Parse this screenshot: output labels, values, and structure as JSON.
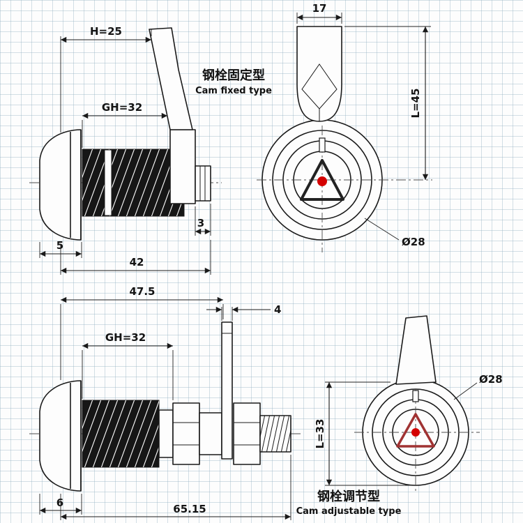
{
  "drawing": {
    "cam_fixed": {
      "label_cn": "钢栓固定型",
      "label_en": "Cam fixed type",
      "side": {
        "h": "H=25",
        "gh": "GH=32",
        "stub": "3",
        "flange": "5",
        "length": "42"
      },
      "front": {
        "width": "17",
        "l": "L=45",
        "dia": "Ø28"
      }
    },
    "cam_adjustable": {
      "label_cn": "钢栓调节型",
      "label_en": "Cam adjustable type",
      "side": {
        "width": "47.5",
        "plate": "4",
        "gh": "GH=32",
        "flange": "6",
        "length": "65.15"
      },
      "front": {
        "l": "L=33",
        "dia": "Ø28"
      }
    }
  },
  "colors": {
    "line": "#1a1a1a",
    "accent_red": "#d40000",
    "grid": "#96b2c4",
    "paper": "#fdfdfd"
  }
}
